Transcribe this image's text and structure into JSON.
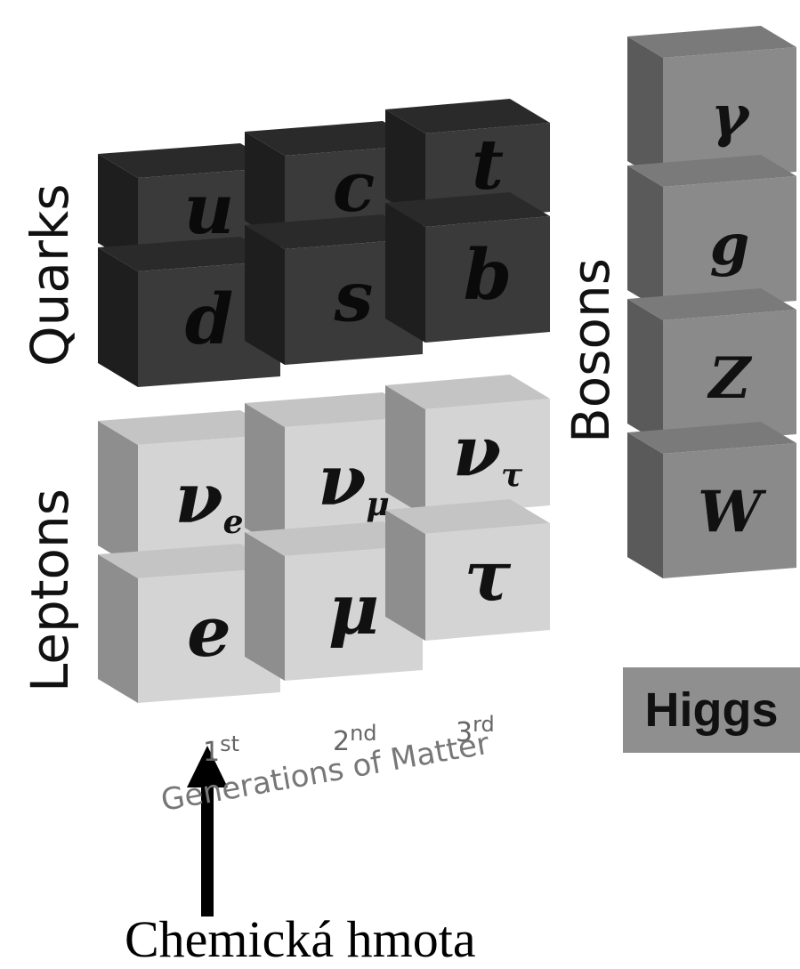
{
  "labels": {
    "quarks": "Quarks",
    "leptons": "Leptons",
    "bosons": "Bosons",
    "higgs": "Higgs",
    "generations_title": "Generations of Matter",
    "gen1": "1",
    "gen1_sup": "st",
    "gen2": "2",
    "gen2_sup": "nd",
    "gen3": "3",
    "gen3_sup": "rd",
    "caption": "Chemická hmota"
  },
  "cubes": [
    {
      "symbol": "u",
      "sub": "",
      "group": "quark"
    },
    {
      "symbol": "c",
      "sub": "",
      "group": "quark"
    },
    {
      "symbol": "t",
      "sub": "",
      "group": "quark"
    },
    {
      "symbol": "d",
      "sub": "",
      "group": "quark"
    },
    {
      "symbol": "s",
      "sub": "",
      "group": "quark"
    },
    {
      "symbol": "b",
      "sub": "",
      "group": "quark"
    },
    {
      "symbol": "ν",
      "sub": "e",
      "group": "lepton"
    },
    {
      "symbol": "ν",
      "sub": "μ",
      "group": "lepton"
    },
    {
      "symbol": "ν",
      "sub": "τ",
      "group": "lepton"
    },
    {
      "symbol": "e",
      "sub": "",
      "group": "lepton"
    },
    {
      "symbol": "μ",
      "sub": "",
      "group": "lepton"
    },
    {
      "symbol": "τ",
      "sub": "",
      "group": "lepton"
    },
    {
      "symbol": "γ",
      "sub": "",
      "group": "boson"
    },
    {
      "symbol": "g",
      "sub": "",
      "group": "boson"
    },
    {
      "symbol": "Z",
      "sub": "",
      "group": "boson"
    },
    {
      "symbol": "W",
      "sub": "",
      "group": "boson"
    }
  ],
  "colors": {
    "quark": {
      "front": "#3a3a3a",
      "top": "#2a2a2a",
      "side": "#1e1e1e",
      "text": "#0a0a0a"
    },
    "lepton": {
      "front": "#d4d4d4",
      "top": "#c4c4c4",
      "side": "#8e8e8e",
      "text": "#111111"
    },
    "boson": {
      "front": "#8a8a8a",
      "top": "#7a7a7a",
      "side": "#5a5a5a",
      "text": "#111111"
    },
    "arrow": "#000000"
  }
}
